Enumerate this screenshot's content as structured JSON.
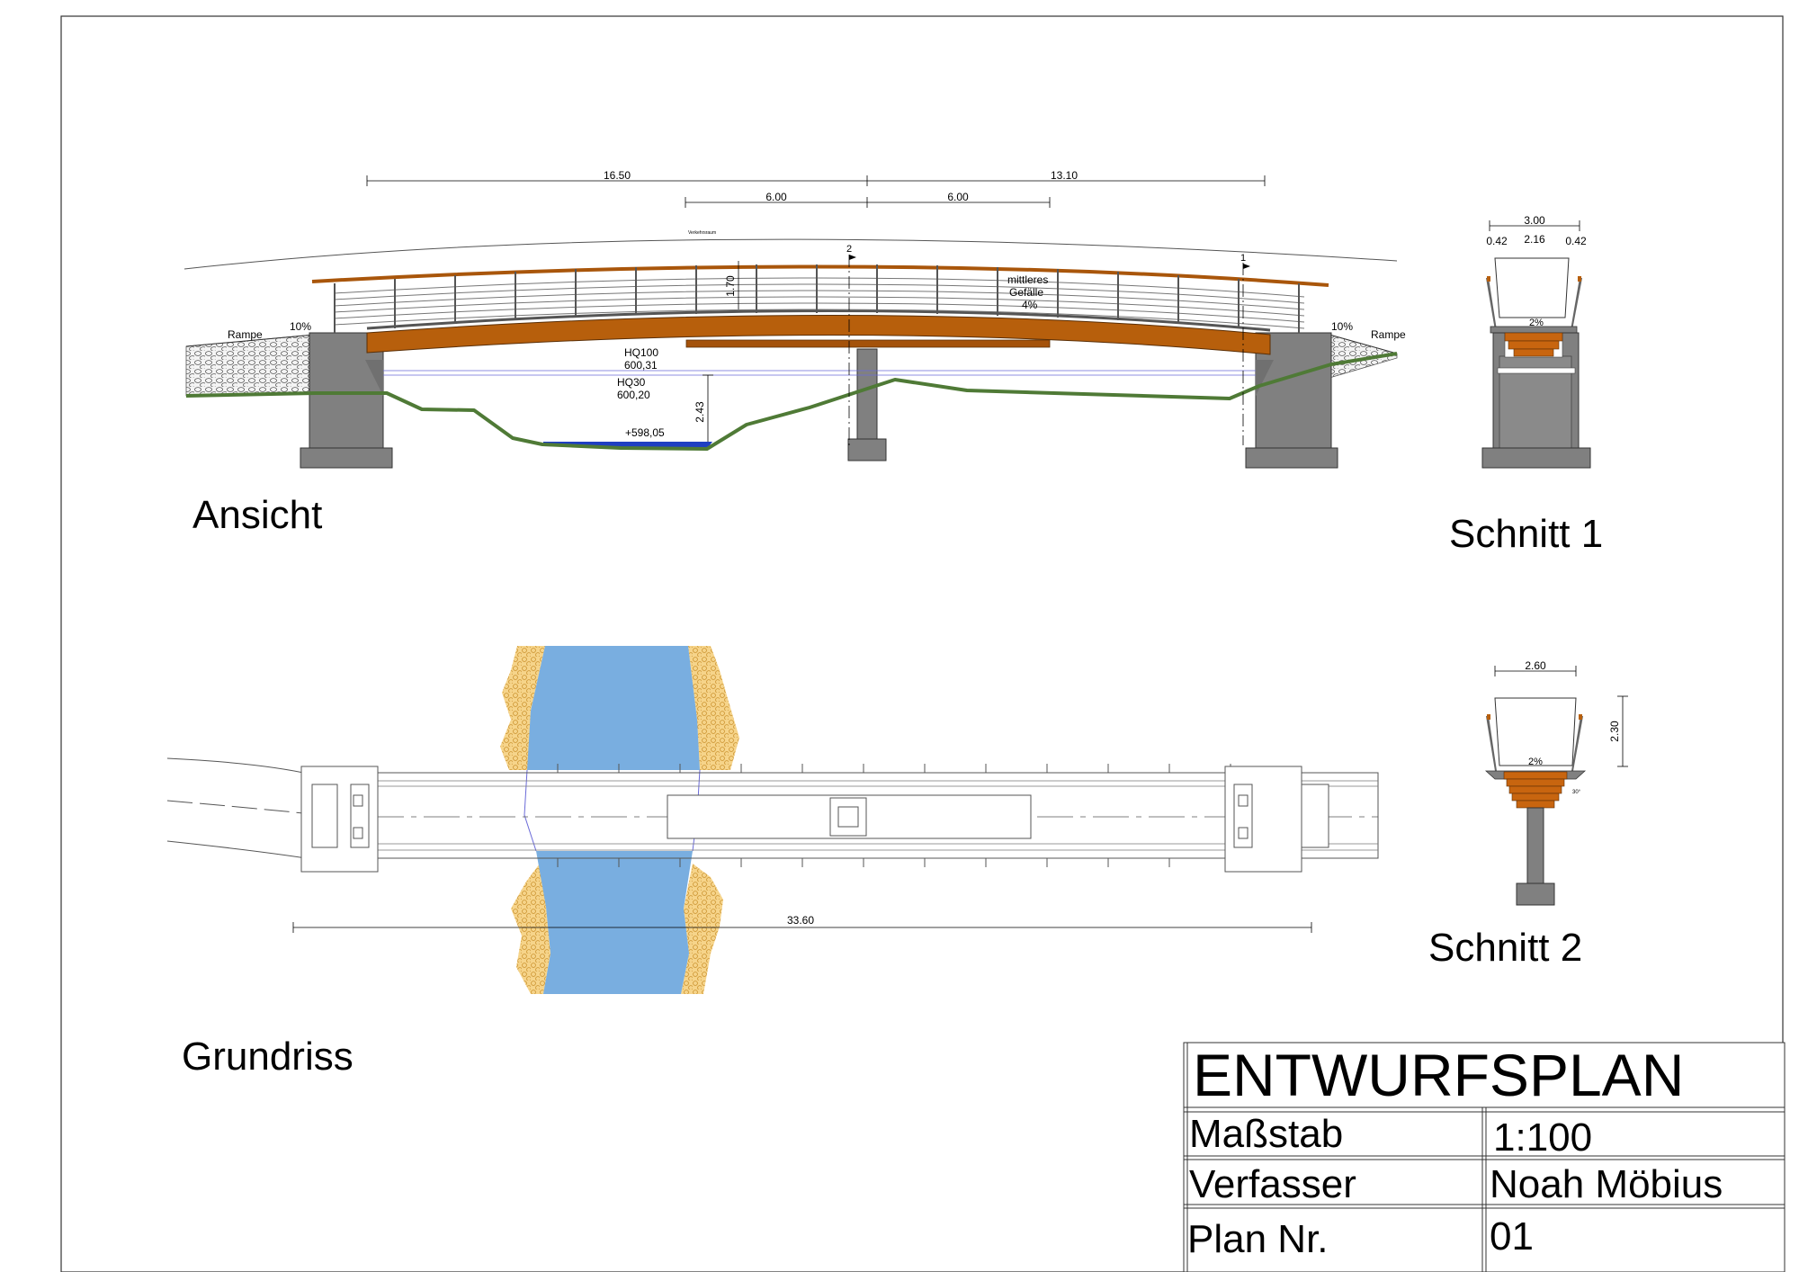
{
  "elevation": {
    "title": "Ansicht",
    "dim_left_span": "16.50",
    "dim_right_span": "13.10",
    "dim_left_half": "6.00",
    "dim_right_half": "6.00",
    "road_note": "Verkehrsraum",
    "section_mark_2": "2",
    "section_mark_1": "1",
    "railing_height": "1.70",
    "slope_label_1": "mittleres",
    "slope_label_2": "Gefälle",
    "slope_label_3": "4%",
    "ramp_left": "Rampe",
    "ramp_right": "Rampe",
    "ramp_left_pct": "10%",
    "ramp_right_pct": "10%",
    "hq100_label": "HQ100",
    "hq100_value": "600,31",
    "hq30_label": "HQ30",
    "hq30_value": "600,20",
    "clearance": "2.43",
    "water_level": "+598,05"
  },
  "section1": {
    "title": "Schnitt 1",
    "width_total": "3.00",
    "width_inner": "2.16",
    "edge_left": "0.42",
    "edge_right": "0.42",
    "cross_slope": "2%"
  },
  "section2": {
    "title": "Schnitt 2",
    "width": "2.60",
    "height": "2.30",
    "cross_slope": "2%",
    "angle": "30°"
  },
  "plan": {
    "title": "Grundriss",
    "length": "33.60"
  },
  "title_block": {
    "heading": "ENTWURFSPLAN",
    "scale_label": "Maßstab",
    "scale_value": "1:100",
    "author_label": "Verfasser",
    "author_value": "Noah Möbius",
    "plan_no_label": "Plan Nr.",
    "plan_no_value": "01"
  },
  "colors": {
    "timber": "#b75f0c",
    "concrete": "#808080",
    "ground": "#4f7a36",
    "water": "#79aee0",
    "gravel": "#f2c56e"
  }
}
